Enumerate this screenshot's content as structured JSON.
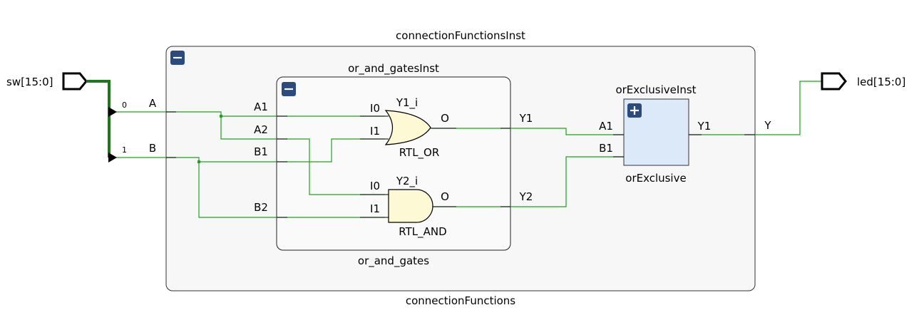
{
  "ports": {
    "input": "sw[15:0]",
    "output": "led[15:0]",
    "bit0": "0",
    "bit1": "1"
  },
  "outer": {
    "instance": "connectionFunctionsInst",
    "module": "connectionFunctions",
    "net_a": "A",
    "net_b": "B",
    "net_y": "Y",
    "toggle": "−"
  },
  "inner": {
    "instance": "or_and_gatesInst",
    "module": "or_and_gates",
    "pin_a1": "A1",
    "pin_a2": "A2",
    "pin_b1": "B1",
    "pin_b2": "B2",
    "out_y1": "Y1",
    "out_y2": "Y2",
    "toggle": "−"
  },
  "gates": {
    "or": {
      "instance": "Y1_i",
      "type": "RTL_OR",
      "in0": "I0",
      "in1": "I1",
      "out": "O"
    },
    "and": {
      "instance": "Y2_i",
      "type": "RTL_AND",
      "in0": "I0",
      "in1": "I1",
      "out": "O"
    }
  },
  "xor": {
    "instance": "orExclusiveInst",
    "module": "orExclusive",
    "pin_a1": "A1",
    "pin_b1": "B1",
    "pin_y1": "Y1",
    "toggle": "+"
  },
  "colors": {
    "wire": "#22a022",
    "bus": "#1a7a1a",
    "button": "#2c4a7e",
    "ip_fill": "#dce9f8",
    "gate_fill": "#fdf9d4"
  }
}
